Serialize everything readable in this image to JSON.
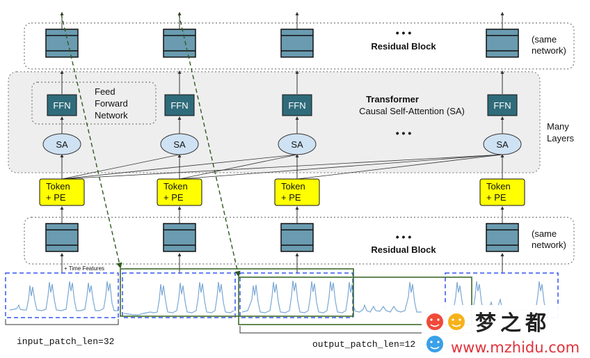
{
  "top_block": {
    "title": "Residual Block",
    "side_note_line1": "(same",
    "side_note_line2": "network)",
    "dots": "• • •"
  },
  "transformer": {
    "title": "Transformer",
    "subtitle": "Causal Self-Attention (SA)",
    "ffn_label": "FFN",
    "sa_label": "SA",
    "dots": "• • •",
    "ffn_legend_line1": "Feed",
    "ffn_legend_line2": "Forward",
    "ffn_legend_line3": "Network",
    "side_note_line1": "Many",
    "side_note_line2": "Layers"
  },
  "tokens": {
    "line1": "Token",
    "line2": "+ PE"
  },
  "bottom_block": {
    "title": "Residual Block",
    "side_note_line1": "(same",
    "side_note_line2": "network)",
    "dots": "• • •",
    "time_features": "+ Time Features"
  },
  "patches": {
    "input_label": "input_patch_len=32",
    "output_label": "output_patch_len=12"
  },
  "watermark": {
    "text_cn": "梦之都",
    "url": "www.mzhidu.com"
  },
  "colors": {
    "block_fill": "#6a9bb0",
    "ffn_fill": "#2f6b7a",
    "sa_fill": "#cfe2f3",
    "token_fill": "#ffff00",
    "patch_blue": "#3355ee",
    "patch_green": "#3d6b2a",
    "signal": "#7aa8d4"
  }
}
